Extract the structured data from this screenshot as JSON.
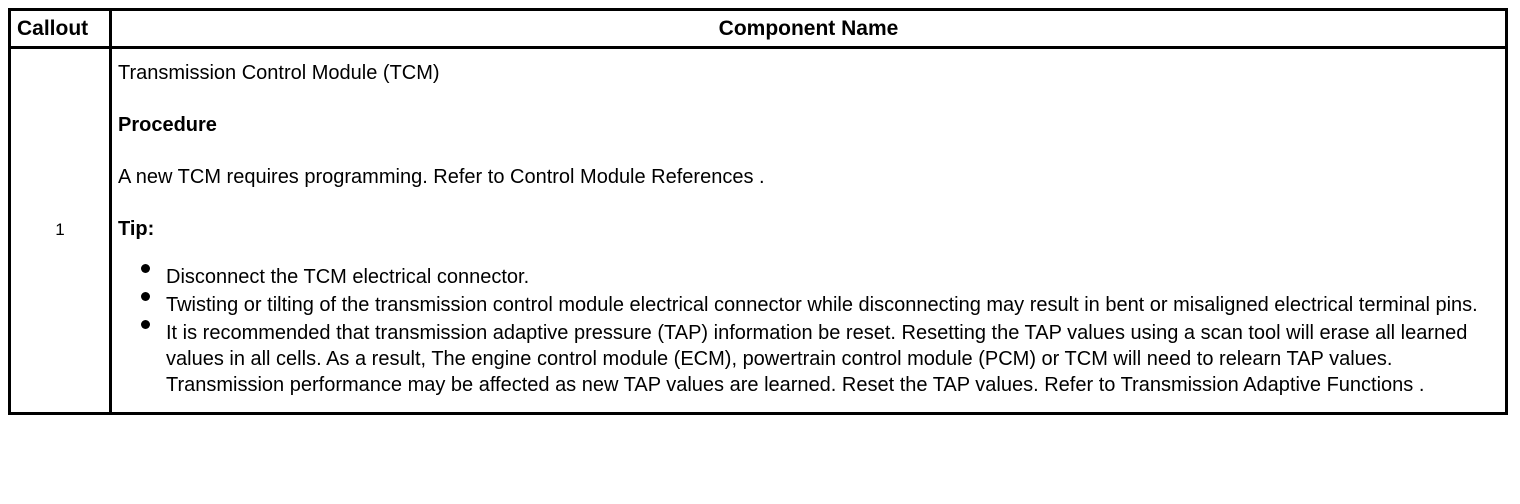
{
  "table": {
    "headers": {
      "callout": "Callout",
      "component_name": "Component Name"
    },
    "rows": [
      {
        "callout": "1",
        "component": {
          "title": "Transmission Control Module (TCM)",
          "procedure_heading": "Procedure",
          "procedure_text": "A new TCM requires programming. Refer to Control Module References .",
          "tip_heading": "Tip:",
          "tips": [
            "Disconnect the TCM electrical connector.",
            "Twisting or tilting of the transmission control module electrical connector while disconnecting may result in bent or misaligned electrical terminal pins.",
            "It is recommended that transmission adaptive pressure (TAP) information be reset. Resetting the TAP values using a scan tool will erase all learned values in all cells. As a result, The engine control module (ECM), powertrain control module (PCM) or TCM will need to relearn TAP values. Transmission performance may be affected as new TAP values are learned. Reset the TAP values. Refer to Transmission Adaptive Functions ."
          ]
        }
      }
    ]
  },
  "colors": {
    "border": "#000000",
    "text": "#000000",
    "background": "#ffffff"
  }
}
